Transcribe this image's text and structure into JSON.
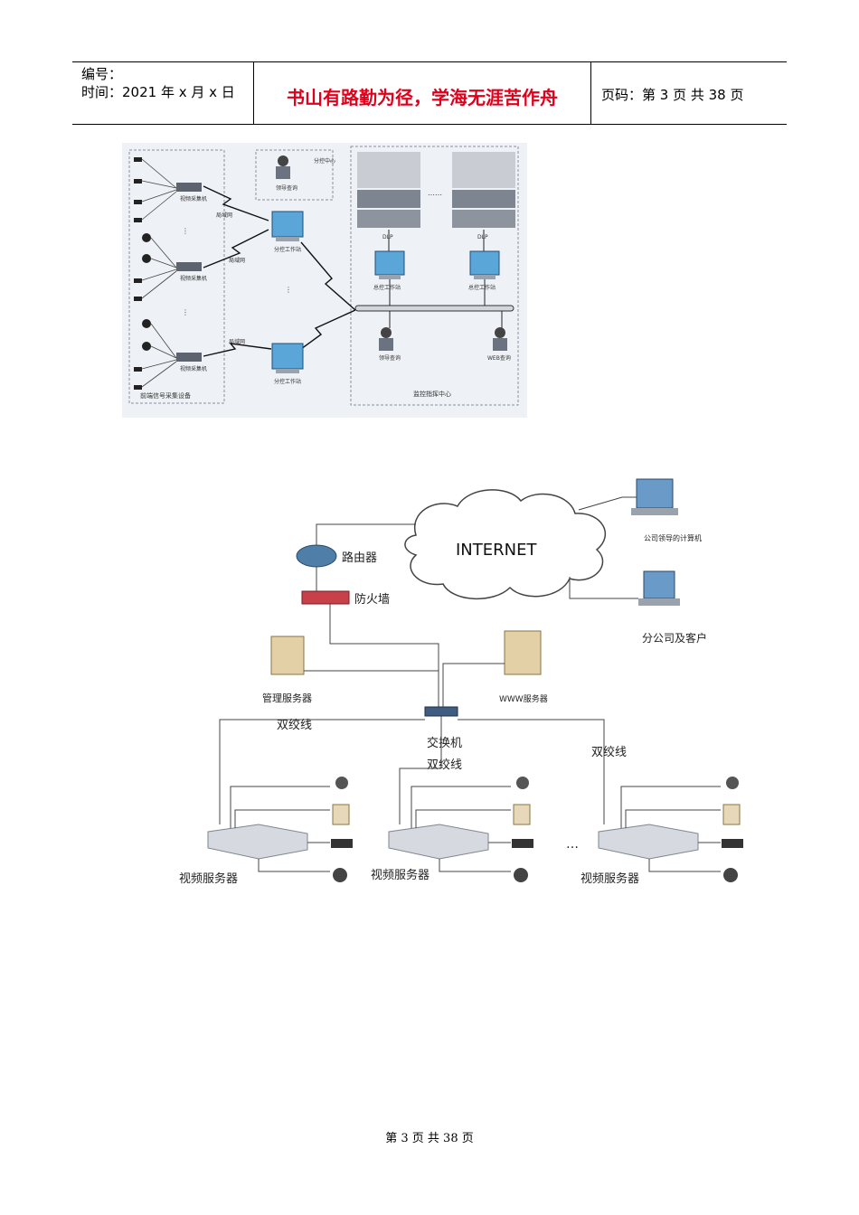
{
  "header": {
    "serial_label": "编号：",
    "date_line": "时间：2021 年 x 月 x 日",
    "motto": "书山有路勤为径，学海无涯苦作舟",
    "page_code": "页码：第 3 页  共 38 页"
  },
  "figure1": {
    "labels": {
      "collector_1": "视频采集机",
      "collector_2": "视频采集机",
      "collector_3": "视频采集机",
      "lan_1": "局域网",
      "lan_2": "局域网",
      "lan_3": "局域网",
      "sub_center": "分控中心",
      "leader_query_top": "领导查询",
      "sub_ws_1": "分控工作站",
      "sub_ws_2": "分控工作站",
      "dlp_1": "DLP",
      "dlp_2": "DLP",
      "main_ws_1": "总控工作站",
      "main_ws_2": "总控工作站",
      "leader_query": "领导查询",
      "web_query": "WEB查询",
      "front_end": "前端信号采集设备",
      "monitor_center": "监控指挥中心",
      "ellipsis": "……"
    }
  },
  "figure2": {
    "labels": {
      "internet": "INTERNET",
      "router": "路由器",
      "firewall": "防火墙",
      "leader_pc": "公司领导的计算机",
      "branch": "分公司及客户",
      "mgmt_server": "管理服务器",
      "www_server": "WWW服务器",
      "switch": "交换机",
      "twisted_pair_1": "双绞线",
      "twisted_pair_2": "双绞线",
      "twisted_pair_3": "双绞线",
      "video_server_1": "视频服务器",
      "video_server_2": "视频服务器",
      "video_server_3": "视频服务器",
      "ellipsis": "…"
    }
  },
  "footer": {
    "page": "第 3 页 共 38 页"
  }
}
